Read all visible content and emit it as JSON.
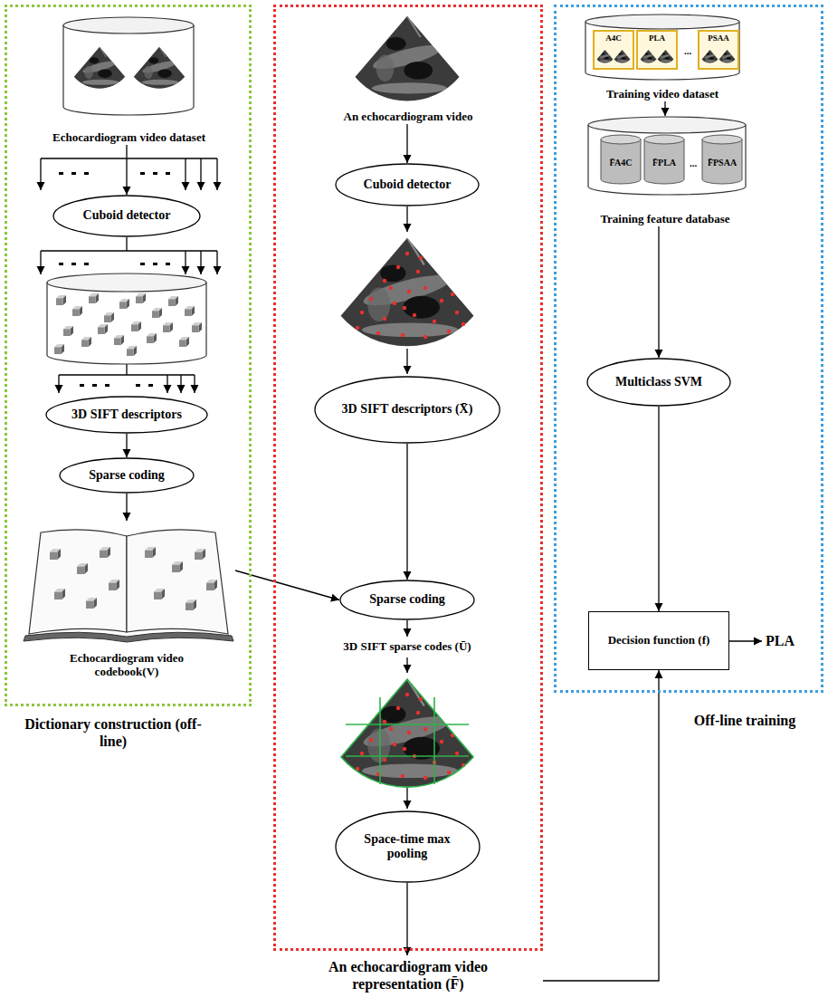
{
  "diagram": {
    "nodes": [
      {
        "text": [
          "Dictionary construction (off-line)"
        ]
      },
      {
        "text": [
          "Echocardiogram video dataset"
        ],
        "in": 0
      },
      {
        "text": [
          "Cuboid detector"
        ],
        "in": 0
      },
      {
        "text": [
          "3D SIFT descriptors"
        ],
        "in": 0
      },
      {
        "text": [
          "Sparse coding"
        ],
        "in": 0
      },
      {
        "text": [
          "Echocardiogram video codebook(V)"
        ],
        "in": 0
      },
      {
        "text": [
          "An echocardiogram video representation (F̄)"
        ]
      },
      {
        "text": [
          "An echocardiogram video"
        ],
        "in": 6
      },
      {
        "text": [
          "Cuboid detector"
        ],
        "in": 6
      },
      {
        "text": [
          "3D SIFT descriptors (X̄)"
        ],
        "in": 6
      },
      {
        "text": [
          "Sparse coding"
        ],
        "in": 6
      },
      {
        "text": [
          "Space-time max pooling"
        ],
        "in": 6
      },
      {
        "text": [
          "Off-line training"
        ]
      },
      {
        "text": [
          "Training video dataset"
        ],
        "in": 12
      },
      {
        "text": [
          "Training feature database"
        ],
        "in": 12
      },
      {
        "text": [
          "Multiclass SVM"
        ],
        "in": 12
      },
      {
        "text": [
          "Decision function (f)"
        ],
        "in": 12
      }
    ],
    "edges": [
      {
        "from": 1,
        "to": 2,
        "arrow": "to"
      },
      {
        "from": 3,
        "to": 4,
        "arrow": "to"
      },
      {
        "from": 4,
        "to": 5,
        "arrow": "to"
      },
      {
        "from": 5,
        "to": 10,
        "arrow": "to"
      },
      {
        "from": 7,
        "to": 8,
        "arrow": "to"
      },
      {
        "from": 9,
        "to": 10,
        "arrow": "to"
      },
      {
        "from": 13,
        "to": 14,
        "arrow": "to"
      },
      {
        "from": 14,
        "to": 15,
        "arrow": "to"
      },
      {
        "from": 15,
        "to": 16,
        "arrow": "to"
      },
      {
        "from": 6,
        "to": 16,
        "arrow": "to"
      }
    ],
    "labels": [
      "A4C",
      "PLA",
      "...",
      "PSAA",
      "F̄A4C",
      "F̄PLA",
      "...",
      "F̄PSAA",
      "3D SIFT sparse codes (Ū)",
      "PLA"
    ]
  }
}
